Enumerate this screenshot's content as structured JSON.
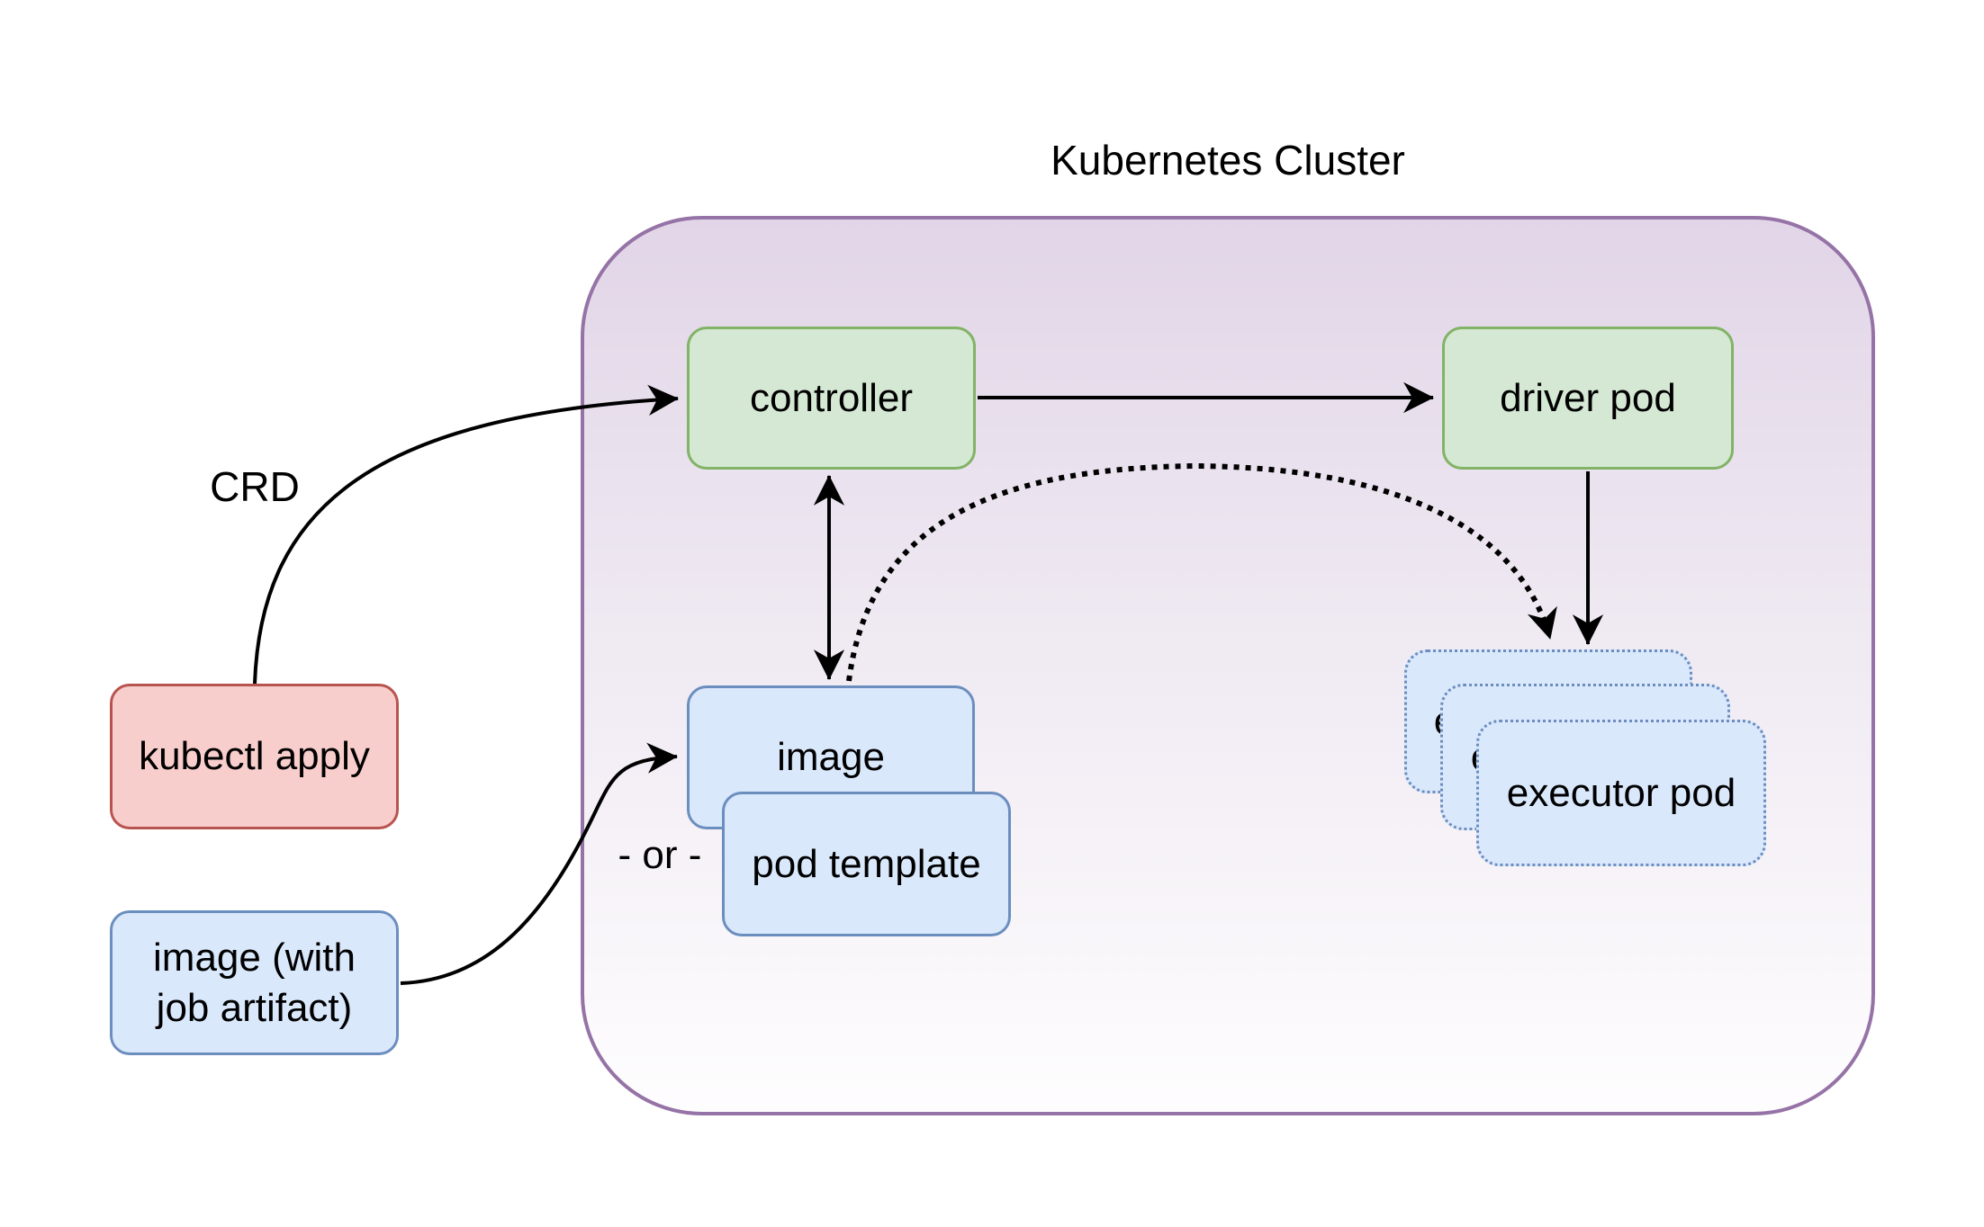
{
  "title": "Kubernetes Cluster",
  "annotations": {
    "crd": "CRD",
    "or": "- or -"
  },
  "nodes": {
    "kubectl_apply": {
      "label": "kubectl apply"
    },
    "image_with_job_artifact": {
      "label": "image (with\njob artifact)"
    },
    "controller": {
      "label": "controller"
    },
    "driver_pod": {
      "label": "driver pod"
    },
    "image": {
      "label": "image"
    },
    "pod_template": {
      "label": "pod template"
    },
    "executor_pod_back": {
      "label": "executor pod"
    },
    "executor_pod_middle": {
      "label": "executor pod"
    },
    "executor_pod_front": {
      "label": "executor pod"
    }
  },
  "edges": [
    {
      "from": "kubectl apply",
      "to": "controller",
      "label": "CRD",
      "style": "solid-curve"
    },
    {
      "from": "controller",
      "to": "driver pod",
      "style": "solid"
    },
    {
      "from": "controller",
      "to": "image",
      "style": "solid-double-arrow"
    },
    {
      "from": "image (with job artifact)",
      "to": "image",
      "style": "solid-curve"
    },
    {
      "from": "driver pod",
      "to": "executor pods",
      "style": "solid"
    },
    {
      "from": "image",
      "to": "executor pods",
      "style": "dotted-curve"
    }
  ],
  "colors": {
    "green_fill": "#d5e8d4",
    "green_stroke": "#82b366",
    "blue_fill": "#dae8fc",
    "blue_stroke": "#6c8ebf",
    "red_fill": "#f8cecc",
    "red_stroke": "#b85450",
    "cluster_fill_top": "#e1d5e7",
    "cluster_fill_bottom": "#ffffff",
    "cluster_stroke": "#9673a6",
    "arrow": "#000000"
  }
}
